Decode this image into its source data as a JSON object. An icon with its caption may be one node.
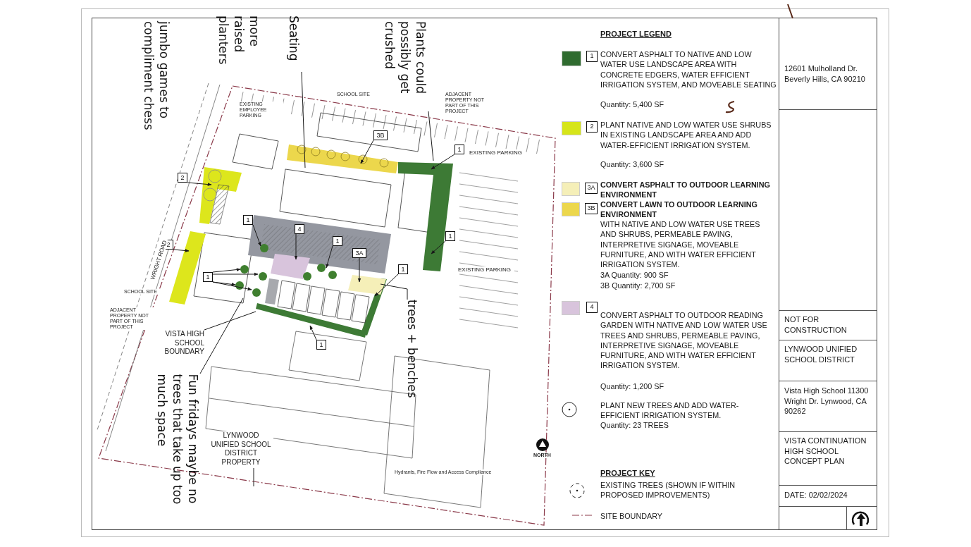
{
  "diagram": {
    "nodes": [
      {
        "text": [
          "Seating"
        ]
      },
      {
        "text": [
          "Plants could possibly get crushed"
        ]
      },
      {
        "text": [
          "3B"
        ]
      },
      {
        "text": [
          "1"
        ]
      },
      {
        "text": [
          "2"
        ]
      },
      {
        "text": [
          "2"
        ]
      },
      {
        "text": [
          "1"
        ]
      },
      {
        "text": [
          "4"
        ]
      },
      {
        "text": [
          "1"
        ]
      },
      {
        "text": [
          "3A"
        ]
      },
      {
        "text": [
          "1"
        ]
      },
      {
        "text": [
          "1"
        ]
      },
      {
        "text": [
          "1"
        ]
      },
      {
        "text": [
          "1"
        ]
      },
      {
        "text": [
          "VISTA HIGH SCHOOL BOUNDARY"
        ]
      },
      {
        "text": [
          "LYNWOOD UNIFIED SCHOOL DISTRICT PROPERTY"
        ]
      },
      {
        "text": [
          "trees + benches"
        ]
      },
      {
        "text": [
          "Fun fridays maybe no trees that take up too much space"
        ]
      }
    ],
    "edges": [
      {
        "from": 0,
        "to": null,
        "arrow": "none"
      },
      {
        "from": 1,
        "to": null,
        "arrow": "none"
      },
      {
        "from": 2,
        "to": null,
        "arrow": "to"
      },
      {
        "from": 3,
        "to": null,
        "arrow": "to"
      },
      {
        "from": 4,
        "to": null,
        "arrow": "to"
      },
      {
        "from": 5,
        "to": null,
        "arrow": "to"
      },
      {
        "from": 6,
        "to": null,
        "arrow": "to"
      },
      {
        "from": 7,
        "to": null,
        "arrow": "to"
      },
      {
        "from": 8,
        "to": null,
        "arrow": "to"
      },
      {
        "from": 9,
        "to": null,
        "arrow": "to"
      },
      {
        "from": 10,
        "to": null,
        "arrow": "to"
      },
      {
        "from": 11,
        "to": null,
        "arrow": "to"
      },
      {
        "from": 12,
        "to": null,
        "arrow": "to"
      },
      {
        "from": 12,
        "to": null,
        "arrow": "to"
      },
      {
        "from": 12,
        "to": null,
        "arrow": "to"
      },
      {
        "from": 12,
        "to": null,
        "arrow": "to"
      },
      {
        "from": 13,
        "to": null,
        "arrow": "to"
      },
      {
        "from": 14,
        "to": null,
        "arrow": "none"
      },
      {
        "from": 15,
        "to": null,
        "arrow": "none"
      },
      {
        "from": 16,
        "to": null,
        "arrow": "none"
      },
      {
        "from": 17,
        "to": null,
        "arrow": "none"
      }
    ],
    "labels": [
      "more raised planters",
      "jumbo games to compliment chess",
      "EXISTING EMPLOYEE PARKING",
      "SCHOOL SITE",
      "ADJACENT PROPERTY NOT PART OF THIS PROJECT",
      "EXISTING PARKING",
      "EXISTING PARKING",
      "WRIGHT ROAD",
      "SCHOOL SITE",
      "ADJACENT PROPERTY NOT PART OF THIS PROJECT",
      "NORTH",
      "Hydrants, Fire Flow and Access Compliance",
      "PROJECT LEGEND",
      "1",
      "Quantity: 5,400 SF",
      "2",
      "Quantity: 3,600 SF",
      "3A",
      "3B",
      "WITH NATIVE AND LOW WATER USE TREES AND SHRUBS, PERMEABLE PAVING, INTERPRETIVE SIGNAGE, MOVEABLE FURNITURE, AND WITH WATER EFFICIENT IRRIGATION SYSTEM.",
      "3A Quantity: 900 SF",
      "3B Quantity: 2,700 SF",
      "4",
      "Quantity: 1,200 SF",
      "Quantity: 23 TREES",
      "PROJECT KEY",
      "12601 Mulholland Dr. Beverly Hills, CA 90210",
      "NOT FOR CONSTRUCTION",
      "LYNWOOD UNIFIED SCHOOL DISTRICT",
      "Vista High School 11300 Wright Dr. Lynwood, CA 90262",
      "VISTA CONTINUATION HIGH SCHOOL CONCEPT PLAN",
      "DATE: 02/02/2024"
    ],
    "legend": [
      {
        "text": "CONVERT ASPHALT TO NATIVE AND LOW WATER USE LANDSCAPE AREA WITH CONCRETE EDGERS, WATER EFFICIENT IRRIGATION SYSTEM, AND MOVEABLE SEATING",
        "color": "#2f6b2f"
      },
      {
        "text": "PLANT NATIVE AND LOW WATER USE SHRUBS IN EXISTING LANDSCAPE AREA AND ADD WATER-EFFICIENT IRRIGATION SYSTEM.",
        "color": "#d6e51a"
      },
      {
        "text": "CONVERT ASPHALT TO OUTDOOR LEARNING ENVIRONMENT",
        "color": "#f5efb8"
      },
      {
        "text": "CONVERT LAWN TO OUTDOOR LEARNING ENVIRONMENT",
        "color": "#ecd74c"
      },
      {
        "text": "CONVERT ASPHALT TO OUTDOOR READING GARDEN WITH NATIVE AND LOW WATER USE TREES AND SHRUBS, PERMEABLE PAVING, INTERPRETIVE SIGNAGE, MOVEABLE FURNITURE, AND WITH WATER EFFICIENT IRRIGATION SYSTEM.",
        "color": "#d8c4dc"
      },
      {
        "text": "PLANT NEW TREES AND ADD WATER-EFFICIENT IRRIGATION SYSTEM."
      },
      {
        "text": "EXISTING TREES (SHOWN IF WITHIN PROPOSED IMPROVEMENTS)"
      },
      {
        "text": "SITE BOUNDARY"
      }
    ]
  }
}
